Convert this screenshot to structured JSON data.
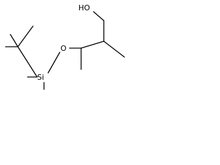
{
  "molecule": {
    "atoms": {
      "hydroxyl": "HO",
      "ether_oxygen": "O",
      "silicon": "Si"
    }
  }
}
